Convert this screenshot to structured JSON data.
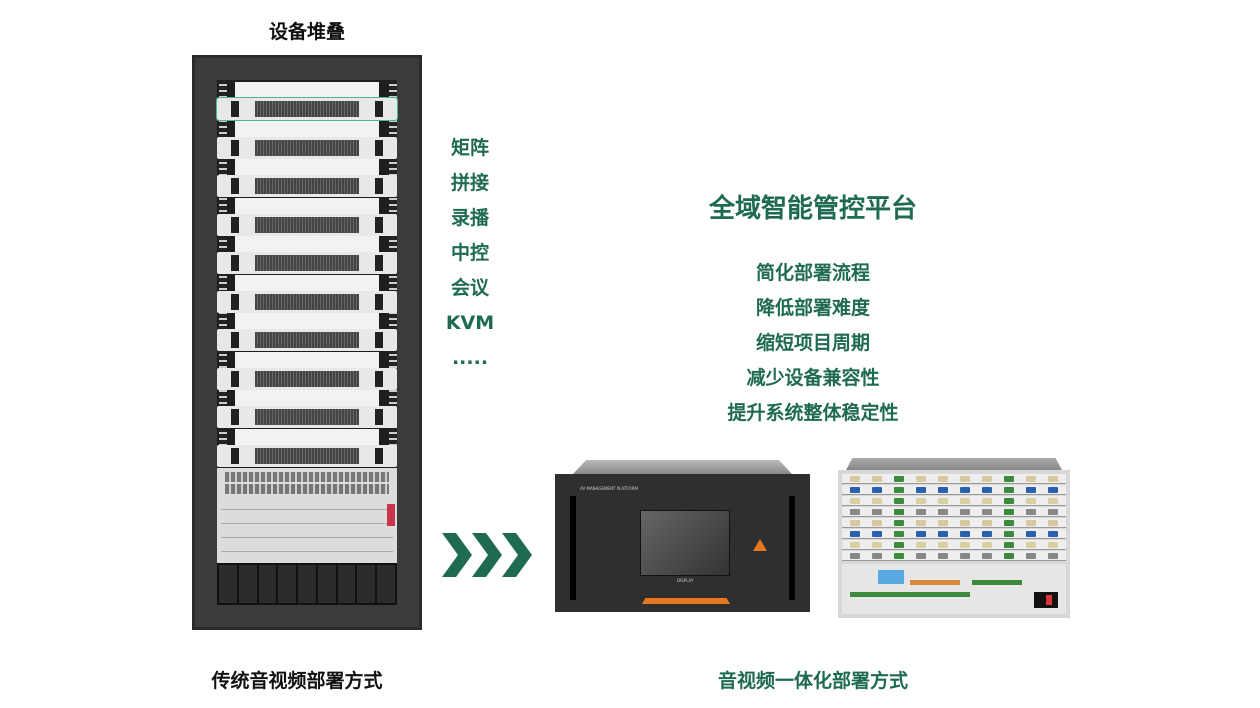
{
  "left": {
    "top_label": "设备堆叠",
    "bottom_label": "传统音视频部署方式",
    "functions": [
      "矩阵",
      "拼接",
      "录播",
      "中控",
      "会议",
      "KVM",
      "....."
    ]
  },
  "right": {
    "title": "全域智能管控平台",
    "benefits": [
      "简化部署流程",
      "降低部署难度",
      "缩短项目周期",
      "减少设备兼容性",
      "提升系统整体稳定性"
    ],
    "bottom_label": "音视频一体化部署方式",
    "device_header": "AV MANAGEMENT PLATFORM",
    "device_screen_label": "DISPLAY"
  },
  "colors": {
    "accent": "#1f6b50",
    "orange": "#e87722"
  }
}
